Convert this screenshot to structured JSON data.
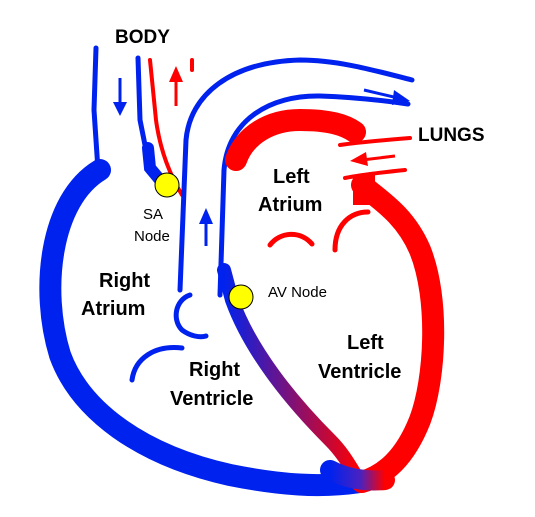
{
  "labels": {
    "body": "BODY",
    "lungs": "LUNGS",
    "left_atrium_1": "Left",
    "left_atrium_2": "Atrium",
    "right_atrium_1": "Right",
    "right_atrium_2": "Atrium",
    "right_ventricle_1": "Right",
    "right_ventricle_2": "Ventricle",
    "left_ventricle_1": "Left",
    "left_ventricle_2": "Ventricle",
    "sa_node_1": "SA",
    "sa_node_2": "Node",
    "av_node": "AV Node"
  },
  "colors": {
    "deoxygenated": "#0022ee",
    "oxygenated": "#ff0000",
    "node": "#ffff00",
    "text": "#000000",
    "background": "#ffffff"
  }
}
